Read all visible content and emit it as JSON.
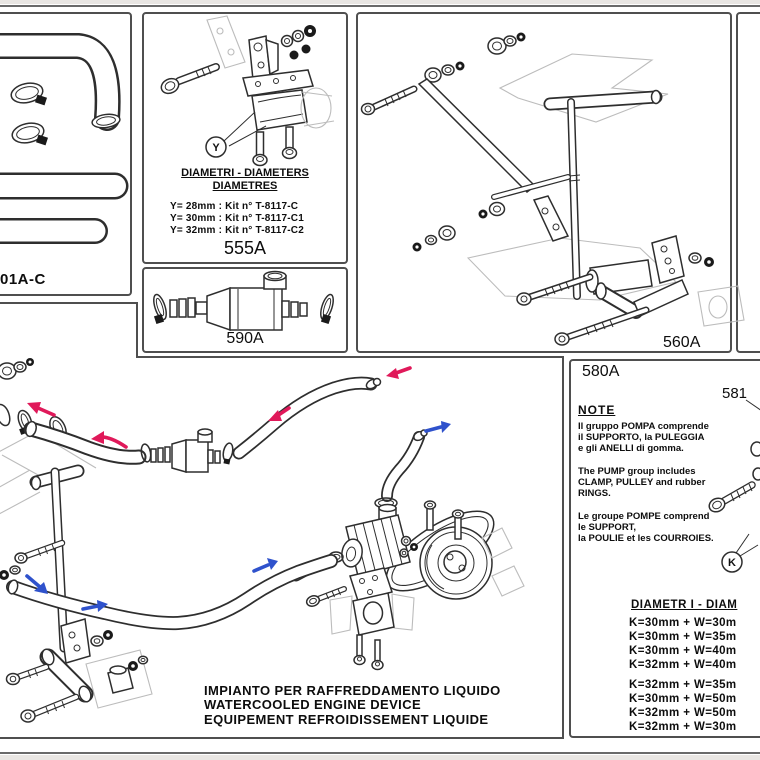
{
  "labels": {
    "panel_hose_kit": "01A-C",
    "panel_bracket_kit": "555A",
    "panel_valve": "590A",
    "panel_frame": "560A",
    "panel_note": "580A",
    "part_ref": "581",
    "marker_y": "Y",
    "marker_k": "K"
  },
  "panel555": {
    "title_line1": "DIAMETRI - DIAMETERS",
    "title_line2": "DIAMETRES",
    "kit_options": [
      "Y= 28mm : Kit n° T-8117-C",
      "Y= 30mm : Kit n° T-8117-C1",
      "Y= 32mm : Kit n° T-8117-C2"
    ]
  },
  "panel580": {
    "note_title": "NOTE",
    "note_italian": [
      "Il gruppo POMPA comprende",
      "il SUPPORTO, la PULEGGIA",
      "e gli ANELLI di gomma."
    ],
    "note_english": [
      "The PUMP group includes",
      "CLAMP, PULLEY and rubber",
      "RINGS."
    ],
    "note_french": [
      "Le groupe POMPE comprend",
      "le SUPPORT,",
      "la POULIE et les COURROIES."
    ],
    "diameters_title": "DIAMETR I - DIAM",
    "diameter_rows": [
      "K=30mm + W=30m",
      "K=30mm + W=35m",
      "K=30mm + W=40m",
      "K=32mm + W=40m",
      "K=32mm + W=35m",
      "K=30mm + W=50m",
      "K=32mm + W=50m",
      "K=32mm + W=30m"
    ]
  },
  "caption": {
    "line1": "IMPIANTO PER RAFFREDDAMENTO LIQUIDO",
    "line2": "WATERCOOLED ENGINE DEVICE",
    "line3": "EQUIPEMENT REFROIDISSEMENT LIQUIDE"
  },
  "colors": {
    "line_art": "#2e2e2e",
    "panel_border": "#4f4f4f",
    "ghost_line": "#bcbcbc",
    "hot_flow_arrow": "#e0195a",
    "cool_flow_arrow": "#2f52cc"
  }
}
